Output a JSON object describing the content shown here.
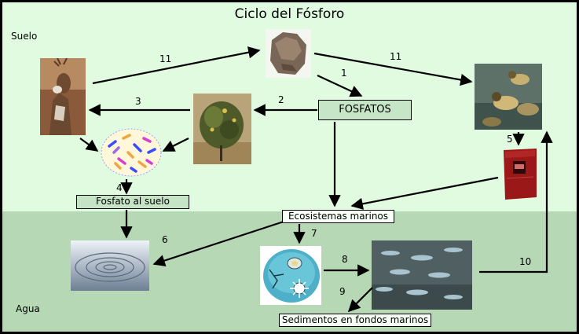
{
  "title": "Ciclo del Fósforo",
  "zones": {
    "soil": "Suelo",
    "water": "Agua"
  },
  "boxes": {
    "fosfatos": "FOSFATOS",
    "fosfato_suelo": "Fosfato al suelo",
    "ecosistemas": "Ecosistemas marinos",
    "sedimentos": "Sedimentos en fondos marinos"
  },
  "step_numbers": {
    "s1": "1",
    "s2": "2",
    "s3": "3",
    "s4": "4",
    "s5": "5",
    "s6": "6",
    "s7": "7",
    "s8": "8",
    "s9": "9",
    "s10": "10",
    "s11a": "11",
    "s11b": "11"
  },
  "colors": {
    "soil_zone": "#e1fbe1",
    "water_zone": "#b6d8b5",
    "background": "#000000"
  }
}
